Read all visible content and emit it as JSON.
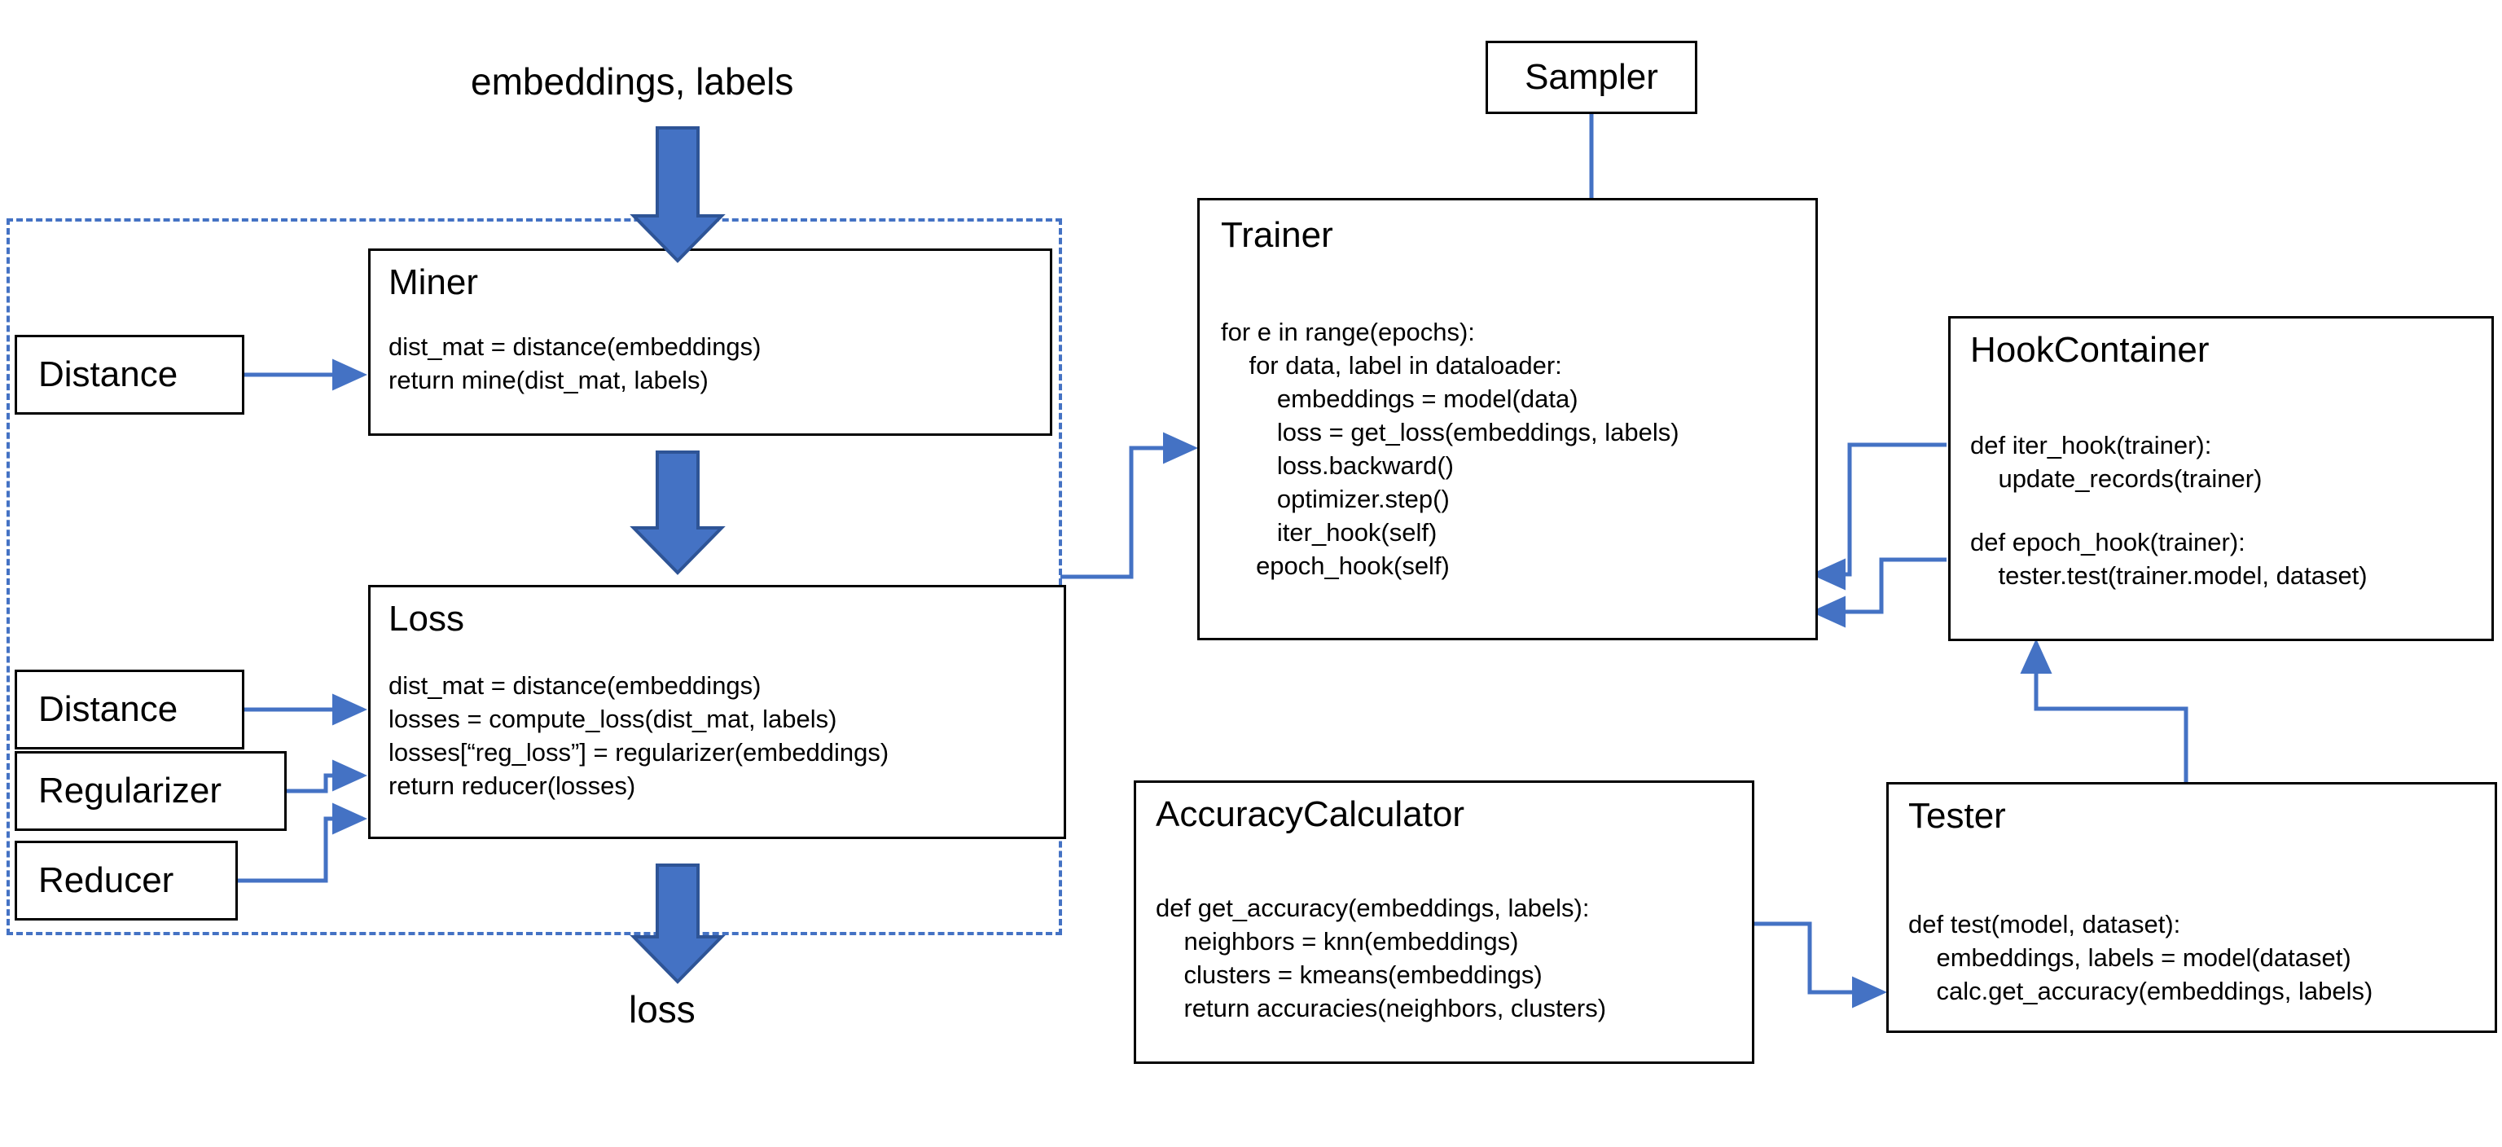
{
  "diagram": {
    "title": "pytorch-metric-learning library architecture",
    "colors": {
      "arrow_blue": "#4472C4",
      "block_arrow_fill": "#4472C4",
      "block_arrow_stroke": "#2E5496",
      "box_border": "#000000",
      "dashed_border": "#4472C4",
      "text": "#000000",
      "background": "#FFFFFF"
    },
    "labels": {
      "input": "embeddings, labels",
      "output": "loss"
    },
    "nodes": {
      "miner": {
        "title": "Miner",
        "code": [
          "dist_mat = distance(embeddings)",
          "return mine(dist_mat, labels)"
        ]
      },
      "loss": {
        "title": "Loss",
        "code": [
          "dist_mat = distance(embeddings)",
          "losses = compute_loss(dist_mat, labels)",
          "losses[“reg_loss”] = regularizer(embeddings)",
          "return reducer(losses)"
        ]
      },
      "distance_top": {
        "title": "Distance"
      },
      "distance_bottom": {
        "title": "Distance"
      },
      "regularizer": {
        "title": "Regularizer"
      },
      "reducer": {
        "title": "Reducer"
      },
      "sampler": {
        "title": "Sampler"
      },
      "trainer": {
        "title": "Trainer",
        "code": [
          "for e in range(epochs):",
          "    for data, label in dataloader:",
          "        embeddings = model(data)",
          "        loss = get_loss(embeddings, labels)",
          "        loss.backward()",
          "        optimizer.step()",
          "        iter_hook(self)",
          "     epoch_hook(self)"
        ]
      },
      "hookcontainer": {
        "title": "HookContainer",
        "code": [
          "def iter_hook(trainer):",
          "    update_records(trainer)",
          "",
          "def epoch_hook(trainer):",
          "    tester.test(trainer.model, dataset)"
        ]
      },
      "accuracycalculator": {
        "title": "AccuracyCalculator",
        "code": [
          "def get_accuracy(embeddings, labels):",
          "    neighbors = knn(embeddings)",
          "    clusters = kmeans(embeddings)",
          "    return accuracies(neighbors, clusters)"
        ]
      },
      "tester": {
        "title": "Tester",
        "code": [
          "def test(model, dataset):",
          "    embeddings, labels = model(dataset)",
          "    calc.get_accuracy(embeddings, labels)"
        ]
      }
    }
  }
}
